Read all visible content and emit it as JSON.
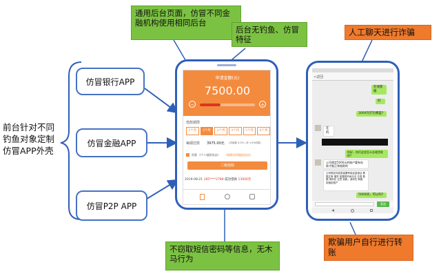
{
  "left_label": [
    "前台针对不同",
    "钓鱼对象定制",
    "仿冒APP外壳"
  ],
  "apps": [
    {
      "label": "仿冒银行APP"
    },
    {
      "label": "仿冒金融APP"
    },
    {
      "label": "仿冒P2P APP"
    }
  ],
  "notes": {
    "common_backend": "通用后台页面，仿冒不同金融机构使用相同后台",
    "backend_features": "后台无钓鱼、仿冒特征",
    "no_trojan": "不窃取短信密码等信息，无木马行为",
    "manual_chat": "人工聊天进行诈骗",
    "self_transfer": "欺骗用户自行进行转账"
  },
  "loan_app": {
    "header_title": "申请金额(元)",
    "amount": "7500.00",
    "minus": "−",
    "plus": "+",
    "period_label": "借款期限",
    "period_options": [
      "1个月",
      "2个月",
      "3个月",
      "4个月",
      "5个月",
      "6个月"
    ],
    "repay_label": "每期还款",
    "repay_amount": "3975.00元",
    "repay_detail": "(手续费 0.0%  / 月 ×0%利息)",
    "agree_text": "同意  《个人借款协议》",
    "agree_link": "《借款合同服务协议》",
    "apply_button": "二级自助",
    "record_date": "2019-08-21",
    "record_phone": "185****2788",
    "record_text": "成功借款",
    "record_amount": "13000元"
  },
  "chat_app": {
    "back_label": "<返回",
    "messages": [
      {
        "side": "right",
        "text": "在线客服"
      },
      {
        "side": "right",
        "text": "好"
      },
      {
        "side": "right",
        "text": "3000元打包哪里?"
      },
      {
        "side": "left",
        "text": "在的"
      },
      {
        "side": "right",
        "text": "你好，你们这里怎么办理贷款的?"
      },
      {
        "side": "left",
        "text": "公司规定5000元的账户要有存款才能正常借款的"
      },
      {
        "side": "left",
        "text": "公司规定你信息量要有保证金保证 数据正常 借贷 如果短时间无法 交易 数据 请你在 注意 放款，请你在 转账 到指定账户"
      },
      {
        "side": "right",
        "text": "5000块，可以吗?"
      }
    ],
    "send_label": "发送"
  }
}
